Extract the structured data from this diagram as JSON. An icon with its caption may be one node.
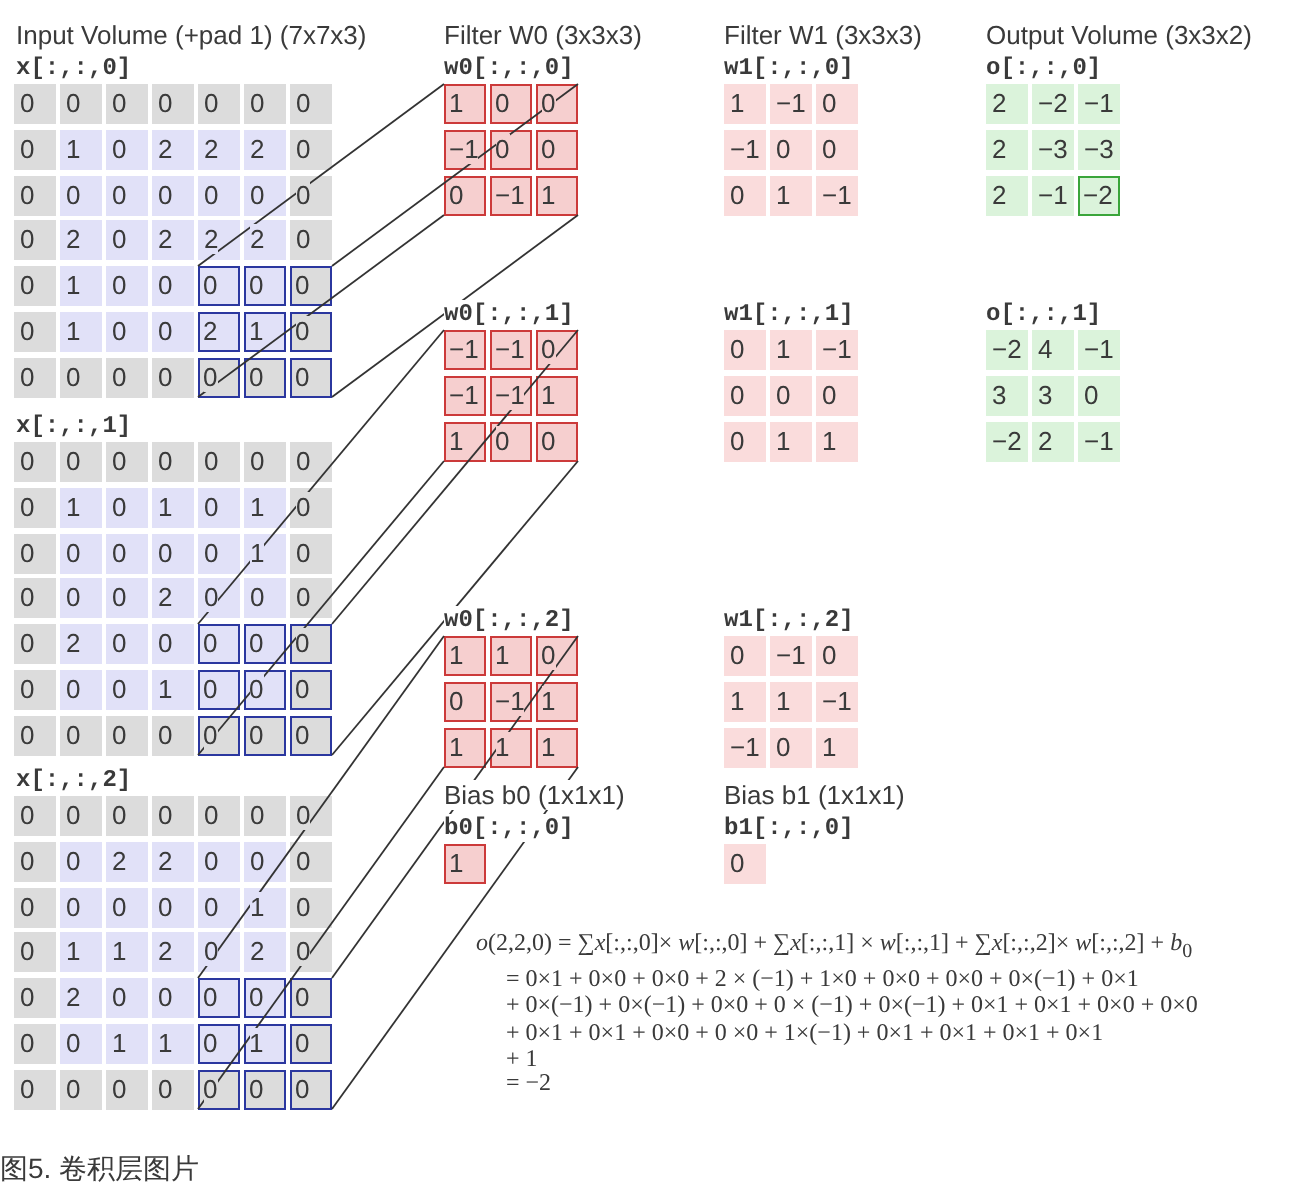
{
  "diagram": {
    "caption": "图5. 卷积层图片",
    "nodes": [
      {
        "text": [
          "0",
          "0",
          "0",
          "2",
          "1",
          "0",
          "0",
          "0",
          "0"
        ]
      },
      {
        "text": [
          "0",
          "0",
          "0",
          "0",
          "0",
          "0",
          "0",
          "0",
          "0"
        ]
      },
      {
        "text": [
          "0",
          "0",
          "0",
          "0",
          "1",
          "0",
          "0",
          "0",
          "0"
        ]
      },
      {
        "text": [
          "1",
          "0",
          "0",
          "−1",
          "0",
          "0",
          "0",
          "−1",
          "1"
        ]
      },
      {
        "text": [
          "−1",
          "−1",
          "0",
          "−1",
          "−1",
          "1",
          "1",
          "0",
          "0"
        ]
      },
      {
        "text": [
          "1",
          "1",
          "0",
          "0",
          "−1",
          "1",
          "1",
          "1",
          "1"
        ]
      }
    ],
    "edges": [
      {
        "from": 0,
        "to": 3,
        "arrow": "none"
      },
      {
        "from": 0,
        "to": 3,
        "arrow": "none"
      },
      {
        "from": 0,
        "to": 3,
        "arrow": "none"
      },
      {
        "from": 0,
        "to": 3,
        "arrow": "none"
      },
      {
        "from": 1,
        "to": 4,
        "arrow": "none"
      },
      {
        "from": 1,
        "to": 4,
        "arrow": "none"
      },
      {
        "from": 1,
        "to": 4,
        "arrow": "none"
      },
      {
        "from": 1,
        "to": 4,
        "arrow": "none"
      },
      {
        "from": 2,
        "to": 5,
        "arrow": "none"
      },
      {
        "from": 2,
        "to": 5,
        "arrow": "none"
      },
      {
        "from": 2,
        "to": 5,
        "arrow": "none"
      },
      {
        "from": 2,
        "to": 5,
        "arrow": "none"
      }
    ],
    "labels": [
      "Input Volume (+pad 1) (7x7x3)",
      "x[:,:,0]",
      "0",
      "0",
      "0",
      "0",
      "0",
      "0",
      "0",
      "0",
      "1",
      "0",
      "2",
      "2",
      "2",
      "0",
      "0",
      "0",
      "0",
      "0",
      "0",
      "0",
      "0",
      "0",
      "2",
      "0",
      "2",
      "2",
      "2",
      "0",
      "0",
      "1",
      "0",
      "0",
      "0",
      "1",
      "0",
      "0",
      "0",
      "0",
      "0",
      "0",
      "x[:,:,1]",
      "0",
      "0",
      "0",
      "0",
      "0",
      "0",
      "0",
      "0",
      "1",
      "0",
      "1",
      "0",
      "1",
      "0",
      "0",
      "0",
      "0",
      "0",
      "0",
      "1",
      "0",
      "0",
      "0",
      "0",
      "2",
      "0",
      "0",
      "0",
      "0",
      "2",
      "0",
      "0",
      "0",
      "0",
      "0",
      "1",
      "0",
      "0",
      "0",
      "0",
      "x[:,:,2]",
      "0",
      "0",
      "0",
      "0",
      "0",
      "0",
      "0",
      "0",
      "0",
      "2",
      "2",
      "0",
      "0",
      "0",
      "0",
      "0",
      "0",
      "0",
      "0",
      "1",
      "0",
      "0",
      "1",
      "1",
      "2",
      "0",
      "2",
      "0",
      "0",
      "2",
      "0",
      "0",
      "0",
      "0",
      "1",
      "1",
      "0",
      "0",
      "0",
      "0",
      "Filter W0 (3x3x3)",
      "w0[:,:,0]",
      "w0[:,:,1]",
      "w0[:,:,2]",
      "Bias b0 (1x1x1)",
      "b0[:,:,0]",
      "1",
      "Filter W1 (3x3x3)",
      "w1[:,:,0]",
      "1",
      "−1",
      "0",
      "−1",
      "0",
      "0",
      "0",
      "1",
      "−1",
      "w1[:,:,1]",
      "0",
      "1",
      "−1",
      "0",
      "0",
      "0",
      "0",
      "1",
      "1",
      "w1[:,:,2]",
      "0",
      "−1",
      "0",
      "1",
      "1",
      "−1",
      "−1",
      "0",
      "1",
      "Bias b1 (1x1x1)",
      "b1[:,:,0]",
      "0",
      "Output Volume (3x3x2)",
      "o[:,:,0]",
      "2",
      "−2",
      "−1",
      "2",
      "−3",
      "−3",
      "2",
      "−1",
      "−2",
      "o[:,:,1]",
      "−2",
      "4",
      "−1",
      "3",
      "3",
      "0",
      "−2",
      "2",
      "−1",
      "*o*(2,2,0) = ∑*x*[:,:,0]× *w*[:,:,0] + ∑*x*[:,:,1] × *w*[:,:,1] + ∑*x*[:,:,2]× *w*[:,:,2] + *b*$_{0}$",
      "= 0×1 + 0×0 + 0×0 + 2 × (−1) + 1×0 + 0×0 + 0×0 + 0×(−1) + 0×1",
      "+ 0×(−1) + 0×(−1) + 0×0 + 0 × (−1) + 0×(−1) + 0×1 + 0×1 + 0×0 + 0×0",
      "+ 0×1 + 0×1 + 0×0 + 0 ×0 + 1×(−1) + 0×1 + 0×1 + 0×1 + 0×1",
      "+ 1",
      "= −2"
    ]
  }
}
